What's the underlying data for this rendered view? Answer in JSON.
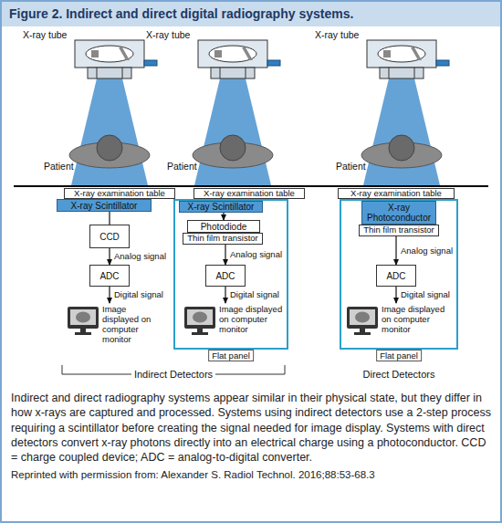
{
  "diagram": {
    "title": "Figure 2. Indirect and direct digital radiography systems.",
    "caption": "Indirect and direct radiography systems appear similar in their physical state, but they differ in how x-rays are captured and processed. Systems using indirect detectors use a 2-step process requiring a scintillator before creating the signal needed for image display. Systems with direct detectors convert x-ray photons directly into an electrical charge using a photoconductor. CCD = charge coupled device; ADC = analog-to-digital converter.",
    "nodes": [
      {
        "text": [
          "X-ray examination table"
        ]
      },
      {
        "text": [
          "X-ray Scintillator"
        ]
      },
      {
        "text": [
          "CCD"
        ]
      },
      {
        "text": [
          "ADC"
        ]
      },
      {
        "text": [
          "Image displayed on computer monitor"
        ]
      },
      {
        "text": [
          "X-ray examination table"
        ]
      },
      {
        "text": [
          "Flat panel"
        ]
      },
      {
        "text": [
          "X-ray Scintillator"
        ],
        "in": 6
      },
      {
        "text": [
          "Photodiode"
        ],
        "in": 6
      },
      {
        "text": [
          "Thin film transistor"
        ],
        "in": 6
      },
      {
        "text": [
          "ADC"
        ],
        "in": 6
      },
      {
        "text": [
          "Image displayed on computer monitor"
        ],
        "in": 6
      },
      {
        "text": [
          "X-ray examination table"
        ]
      },
      {
        "text": [
          "Flat panel"
        ]
      },
      {
        "text": [
          "X-ray Photoconductor"
        ],
        "in": 13
      },
      {
        "text": [
          "Thin film transistor"
        ],
        "in": 13
      },
      {
        "text": [
          "ADC"
        ],
        "in": 13
      },
      {
        "text": [
          "Image displayed on computer monitor"
        ],
        "in": 13
      }
    ],
    "edges": [
      {
        "from": 1,
        "to": 2,
        "arrow": "none"
      },
      {
        "from": 2,
        "to": 3,
        "label": "Analog signal",
        "arrow": "to"
      },
      {
        "from": 3,
        "to": 4,
        "label": "Digital signal",
        "arrow": "to"
      },
      {
        "from": 7,
        "to": 8,
        "arrow": "to"
      },
      {
        "from": 9,
        "to": 10,
        "label": "Analog signal",
        "arrow": "to"
      },
      {
        "from": 10,
        "to": 11,
        "label": "Digital signal",
        "arrow": "to"
      },
      {
        "from": 15,
        "to": 16,
        "label": "Analog signal",
        "arrow": "to"
      },
      {
        "from": 16,
        "to": 17,
        "label": "Digital signal",
        "arrow": "to"
      }
    ],
    "labels": [
      "X-ray tube",
      "X-ray tube",
      "X-ray tube",
      "Patient",
      "Patient",
      "Patient",
      "Indirect Detectors",
      "Direct Detectors",
      "Reprinted with permission from: Alexander S. Radiol Technol. 2016;88:53-68.3"
    ]
  }
}
